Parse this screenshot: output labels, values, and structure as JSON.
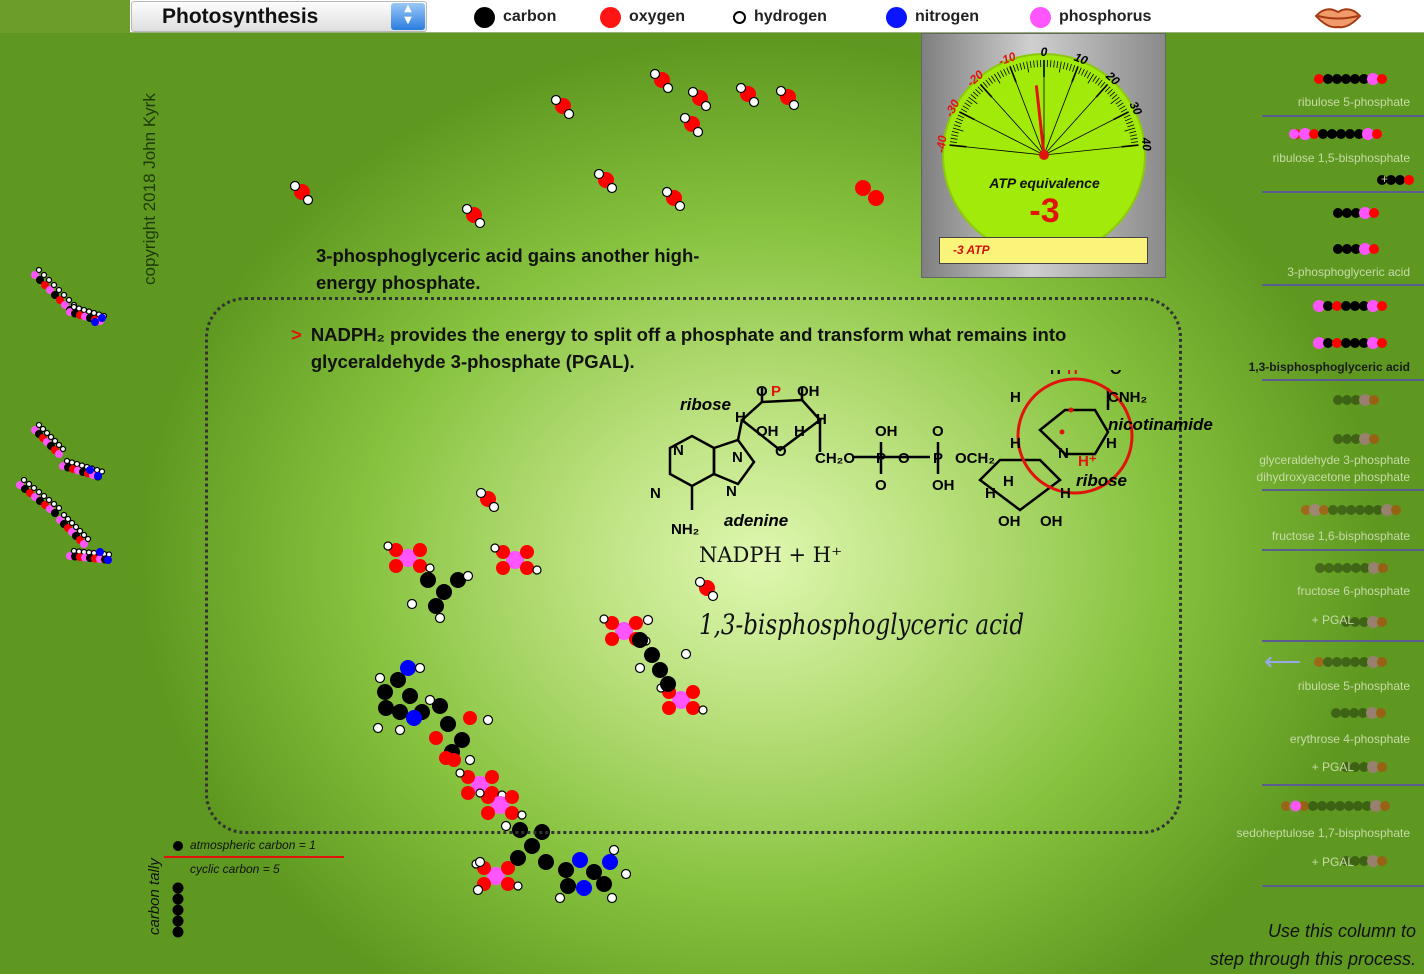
{
  "topbar": {
    "selector_label": "Photosynthesis",
    "stepper_glyph": "▲▼",
    "legend": [
      {
        "label": "carbon",
        "color": "#000000"
      },
      {
        "label": "oxygen",
        "color": "#ff0000"
      },
      {
        "label": "hydrogen",
        "color": "#ffffff"
      },
      {
        "label": "nitrogen",
        "color": "#0000ff"
      },
      {
        "label": "phosphorus",
        "color": "#ff55ff"
      }
    ]
  },
  "copyright": "copyright 2018 John Kyrk",
  "main": {
    "title": "3-phosphoglyceric acid gains another high-energy phosphate.",
    "step_marker": ">",
    "step_text": "NADPH₂ provides the energy to split off a phosphate and transform what remains into glyceraldehyde 3-phosphate (PGAL).",
    "nadph_label": "NADPH + H⁺",
    "bpg_label": "1,3-bisphosphoglyceric acid",
    "structure_labels": {
      "ribose_left": "ribose",
      "ribose_right": "ribose",
      "adenine": "adenine",
      "nicotinamide": "nicotinamide",
      "ch2o": "CH₂O",
      "och2": "OCH₂",
      "nh2": "NH₂",
      "cnh2": "CNH₂",
      "op": "O",
      "p_red": "P",
      "oh": "OH",
      "h": "H",
      "n": "N",
      "o": "O",
      "p": "P",
      "hplus": "H⁺",
      "hh": "H H"
    }
  },
  "atp": {
    "title": "ATP equivalence",
    "value": "-3",
    "bar_text": "-3 ATP",
    "gauge_value": -3,
    "ticks": [
      "-40",
      "-30",
      "-20",
      "-10",
      "0",
      "10",
      "20",
      "30",
      "40"
    ]
  },
  "right_column": {
    "items": [
      {
        "label": "ribulose 5-phosphate",
        "active": false
      },
      {
        "label": "ribulose 1,5-bisphosphate",
        "active": false
      },
      {
        "label": "+",
        "active": false
      },
      {
        "label": "3-phosphoglyceric acid",
        "active": false
      },
      {
        "label": "1,3-bisphosphoglyceric acid",
        "active": true
      },
      {
        "label": "glyceraldehyde 3-phosphate",
        "active": false
      },
      {
        "label": "dihydroxyacetone phosphate",
        "active": false
      },
      {
        "label": "fructose 1,6-bisphosphate",
        "active": false
      },
      {
        "label": "fructose 6-phosphate",
        "active": false
      },
      {
        "label": "+ PGAL",
        "active": false
      },
      {
        "label": "ribulose 5-phosphate",
        "active": false
      },
      {
        "label": "erythrose 4-phosphate",
        "active": false
      },
      {
        "label": "+ PGAL",
        "active": false
      },
      {
        "label": "sedoheptulose 1,7-bisphosphate",
        "active": false
      },
      {
        "label": "+ PGAL",
        "active": false
      }
    ],
    "back_arrow": "⟵",
    "instructions_line1": "Use this column to",
    "instructions_line2": "step through this process."
  },
  "tally": {
    "label": "carbon tally",
    "atmospheric": "atmospheric carbon = 1",
    "cyclic": "cyclic carbon = 5",
    "atmospheric_count": 1,
    "cyclic_count": 5
  }
}
